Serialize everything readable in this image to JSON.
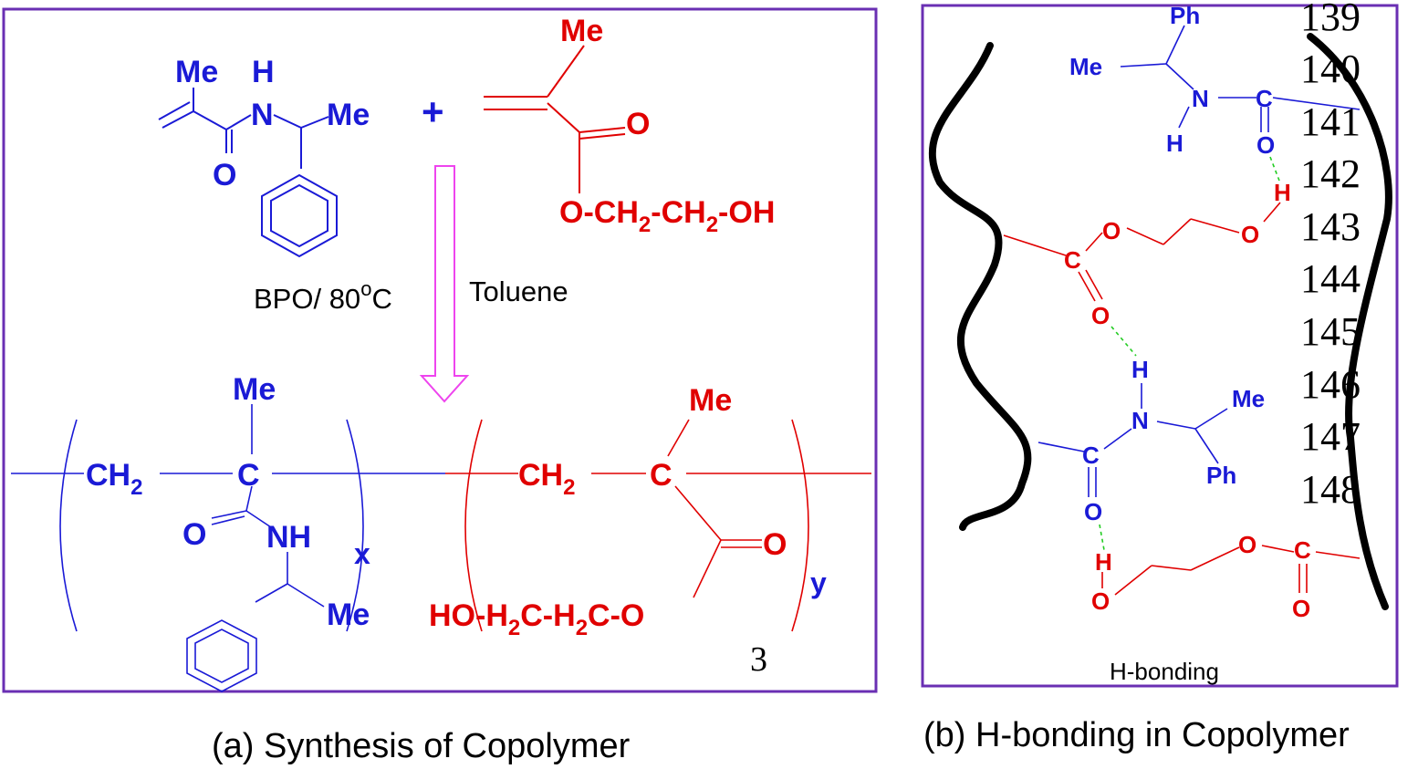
{
  "colors": {
    "blue": "#1a1ad6",
    "red": "#e00000",
    "black": "#000000",
    "frame": "#6a2fb3",
    "arrow": "#ee44ee",
    "hbond": "#22cc22"
  },
  "panel_a": {
    "caption": "(a) Synthesis of Copolymer",
    "monomer1": {
      "me": "Me",
      "h": "H",
      "n": "N",
      "me2": "Me",
      "o": "O"
    },
    "plus": "+",
    "monomer2": {
      "me": "Me",
      "o": "O",
      "chain_o": "O-CH",
      "sub1": "2",
      "chain_mid": "-CH",
      "sub2": "2",
      "chain_end": "-OH"
    },
    "conditions_left": "BPO/ 80",
    "conditions_sup": "o",
    "conditions_c": "C",
    "conditions_right": "Toluene",
    "polymer": {
      "me1": "Me",
      "ch2_1": "CH",
      "sub_1": "2",
      "c1": "C",
      "o1": "O",
      "nh": "NH",
      "me_end": "Me",
      "x": "x",
      "me2": "Me",
      "ch2_2": "CH",
      "sub_2": "2",
      "c2": "C",
      "o2": "O",
      "y": "y",
      "side_chain": "HO-H",
      "side_sub1": "2",
      "side_mid": "C-H",
      "side_sub2": "2",
      "side_end": "C-O"
    },
    "number": "3"
  },
  "panel_b": {
    "caption": "(b) H-bonding in Copolymer",
    "label": "H-bonding",
    "line_numbers": [
      "139",
      "140",
      "141",
      "142",
      "143",
      "144",
      "145",
      "146",
      "147",
      "148"
    ],
    "atoms": {
      "ph1": "Ph",
      "me1": "Me",
      "n1": "N",
      "c1": "C",
      "h1": "H",
      "o1": "O",
      "h2": "H",
      "o2": "O",
      "o3": "O",
      "c2": "C",
      "o4": "O",
      "h3": "H",
      "n2": "N",
      "me2": "Me",
      "c3": "C",
      "ph2": "Ph",
      "o5": "O",
      "h4": "H",
      "o6": "O",
      "o7": "O",
      "c4": "C",
      "o8": "O"
    }
  }
}
